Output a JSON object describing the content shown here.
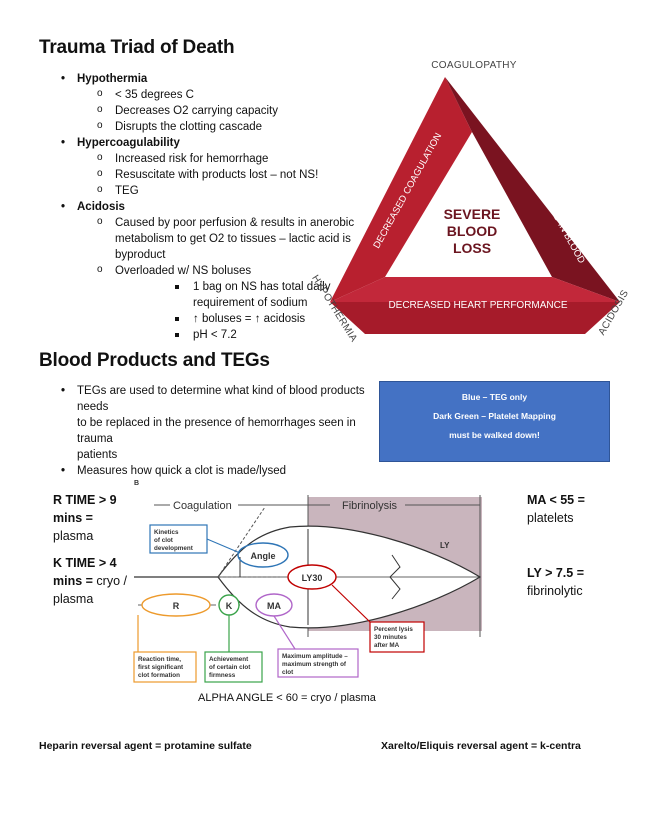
{
  "section1": {
    "title": "Trauma Triad of Death",
    "items": [
      {
        "label": "Hypothermia",
        "subs": [
          {
            "text": "< 35 degrees C"
          },
          {
            "text": "Decreases O2 carrying capacity"
          },
          {
            "text": "Disrupts the clotting cascade"
          }
        ]
      },
      {
        "label": "Hypercoagulability",
        "subs": [
          {
            "text": "Increased risk for hemorrhage"
          },
          {
            "text": "Resuscitate with products lost – not NS!"
          },
          {
            "text": "TEG"
          }
        ]
      },
      {
        "label": "Acidosis",
        "subs": [
          {
            "text": "Caused by poor perfusion & results in anerobic",
            "text2": "metabolism to get O2 to tissues – lactic acid is",
            "text3": "byproduct"
          },
          {
            "text": "Overloaded w/ NS boluses",
            "subs": [
              "1 bag on NS has total daily",
              "requirement of sodium",
              "↑ boluses = ↑ acidosis",
              "pH < 7.2"
            ]
          }
        ]
      }
    ]
  },
  "triangle": {
    "top_label": "COAGULOPATHY",
    "left_label": "HYPOTHERMIA",
    "right_label": "ACIDOSIS",
    "left_side": "DECREASED COAGULATION",
    "right_side": "INCREASED LACTIC ACID IN BLOOD",
    "bottom_side": "DECREASED HEART PERFORMANCE",
    "center_line1": "SEVERE",
    "center_line2": "BLOOD",
    "center_line3": "LOSS",
    "color_main": "#b01c2e",
    "color_dark": "#6e0f1c",
    "color_text": "#6b1520"
  },
  "section2": {
    "title": "Blood Products and TEGs",
    "bullets": [
      {
        "line1": "TEGs are used to determine what kind of blood products needs",
        "line2": "to be replaced in the presence of hemorrhages seen in trauma",
        "line3": "patients"
      },
      {
        "line1": "Measures how quick a clot is made/lysed"
      }
    ]
  },
  "bluebox": {
    "line1": "Blue – TEG only",
    "line2": "Dark Green – Platelet Mapping",
    "line3": "must be walked down!",
    "color": "#4472c4"
  },
  "teg": {
    "fig_letter": "B",
    "coagulation": "Coagulation",
    "fibrinolysis": "Fibrinolysis",
    "ly": "LY",
    "angle": "Angle",
    "ly30": "LY30",
    "ma": "MA",
    "r": "R",
    "k": "K",
    "kinetics": [
      "Kinetics",
      "of clot",
      "development"
    ],
    "reaction": [
      "Reaction time,",
      "first significant",
      "clot formation"
    ],
    "achievement": [
      "Achievement",
      "of certain clot",
      "firmness"
    ],
    "max_amp": [
      "Maximum amplitude –",
      "maximum strength of",
      "clot"
    ],
    "percent_lysis": [
      "Percent lysis",
      "30 minutes",
      "after MA"
    ]
  },
  "left_labels": {
    "rtime_a": "R TIME  > 9",
    "rtime_b": "mins =",
    "rtime_c": "plasma",
    "ktime_a": "K TIME > 4",
    "ktime_b": "mins =",
    "ktime_b2": " cryo /",
    "ktime_c": "plasma"
  },
  "right_labels": {
    "ma_a": "MA < 55 =",
    "ma_b": "platelets",
    "ly_a": "LY > 7.5 =",
    "ly_b": "fibrinolytic"
  },
  "alpha_angle": "ALPHA ANGLE < 60 = cryo / plasma",
  "footer": {
    "heparin": "Heparin reversal agent = protamine sulfate",
    "xarelto": "Xarelto/Eliquis reversal agent = k-centra"
  }
}
